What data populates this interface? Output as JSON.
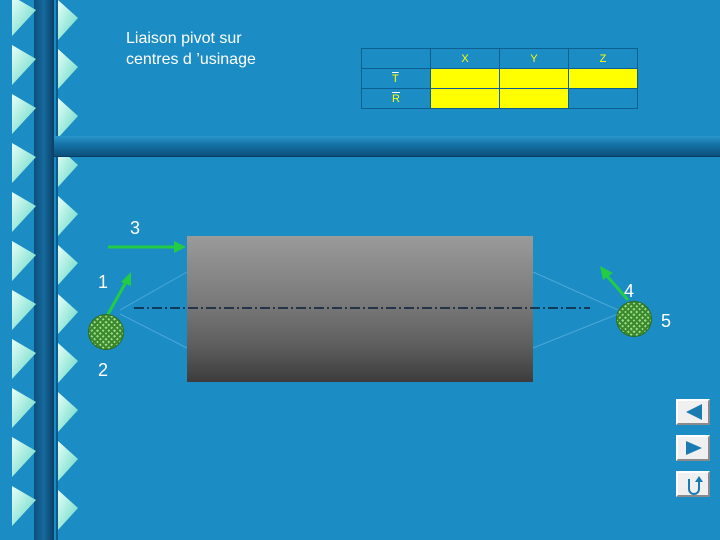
{
  "slide": {
    "title": "Liaison pivot sur\ncentres d ’usinage"
  },
  "dof_table": {
    "columns": [
      "X",
      "Y",
      "Z"
    ],
    "rows": [
      {
        "label": "T",
        "values": [
          "",
          "",
          ""
        ],
        "highlighted": [
          true,
          true,
          true
        ]
      },
      {
        "label": "R",
        "values": [
          "",
          "",
          ""
        ],
        "highlighted": [
          true,
          true,
          false
        ]
      }
    ]
  },
  "contact_labels": {
    "n1": "1",
    "n2": "2",
    "n3": "3",
    "n4": "4",
    "n5": "5"
  },
  "colors": {
    "background": "#1c8cc4",
    "highlight": "#ffff00",
    "arrow": "#22cc44"
  },
  "navigation": {
    "prev_icon": "triangle-left-icon",
    "next_icon": "triangle-right-icon",
    "return_icon": "return-arrow-icon"
  }
}
